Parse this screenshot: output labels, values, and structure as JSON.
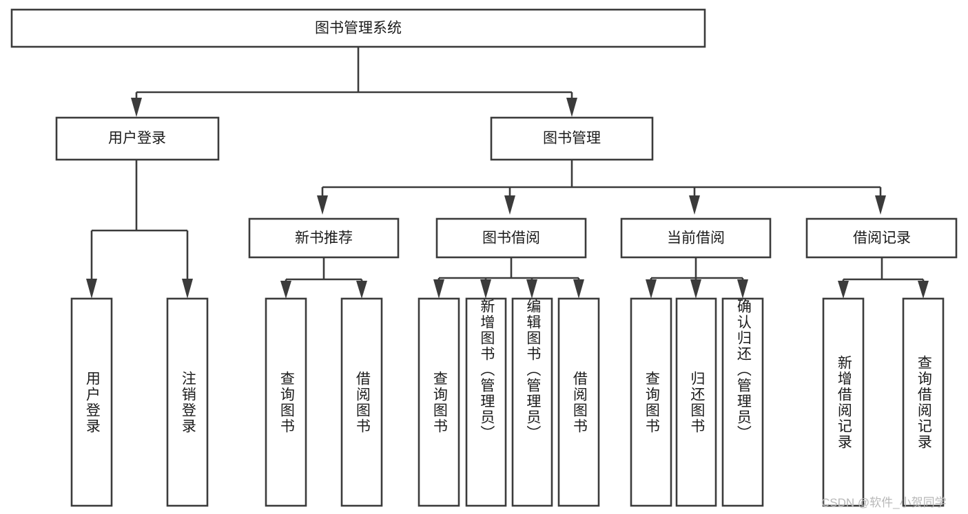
{
  "diagram": {
    "title": "图书管理系统",
    "watermark": "CSDN @软件_小贺同学",
    "colors": {
      "stroke": "#3b3b3b",
      "fill": "#ffffff",
      "text": "#1b1b1b",
      "watermark": "#b8b8b8"
    },
    "root": {
      "label": "图书管理系统"
    },
    "level2": [
      {
        "label": "用户登录"
      },
      {
        "label": "图书管理"
      }
    ],
    "level3": [
      {
        "label": "新书推荐"
      },
      {
        "label": "图书借阅"
      },
      {
        "label": "当前借阅"
      },
      {
        "label": "借阅记录"
      }
    ],
    "leaves": {
      "user_login": [
        {
          "label": "用户登录"
        },
        {
          "label": "注销登录"
        }
      ],
      "new_book": [
        {
          "label": "查询图书"
        },
        {
          "label": "借阅图书"
        }
      ],
      "book_borrow": [
        {
          "label": "查询图书"
        },
        {
          "label": "新增图书（管理员）"
        },
        {
          "label": "编辑图书（管理员）"
        },
        {
          "label": "借阅图书"
        }
      ],
      "current_borrow": [
        {
          "label": "查询图书"
        },
        {
          "label": "归还图书"
        },
        {
          "label": "确认归还（管理员）"
        }
      ],
      "borrow_record": [
        {
          "label": "新增借阅记录"
        },
        {
          "label": "查询借阅记录"
        }
      ]
    }
  }
}
